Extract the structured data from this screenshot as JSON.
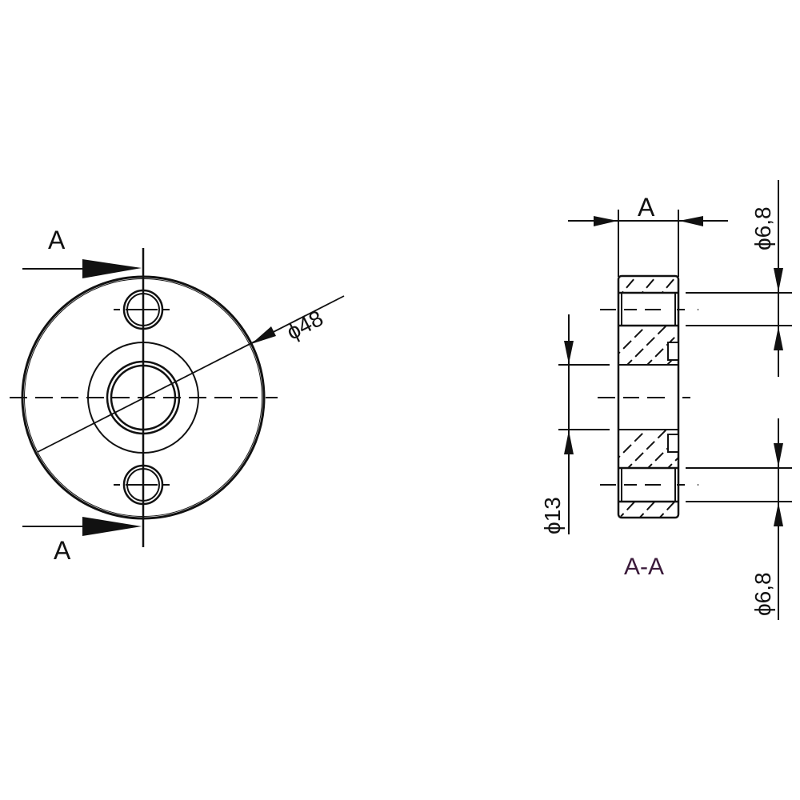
{
  "front_view": {
    "section_marker_top": "A",
    "section_marker_bottom": "A",
    "diameter_label": "ϕ48",
    "outer_diameter": 48
  },
  "section_view": {
    "title": "A-A",
    "width_label": "A",
    "bore_diameter_label": "ϕ13",
    "hole_top_diameter_label": "ϕ6,8",
    "hole_bottom_diameter_label": "ϕ6,8"
  },
  "colors": {
    "line": "#111111",
    "background": "#ffffff",
    "section_title": "#3a1a3a"
  }
}
